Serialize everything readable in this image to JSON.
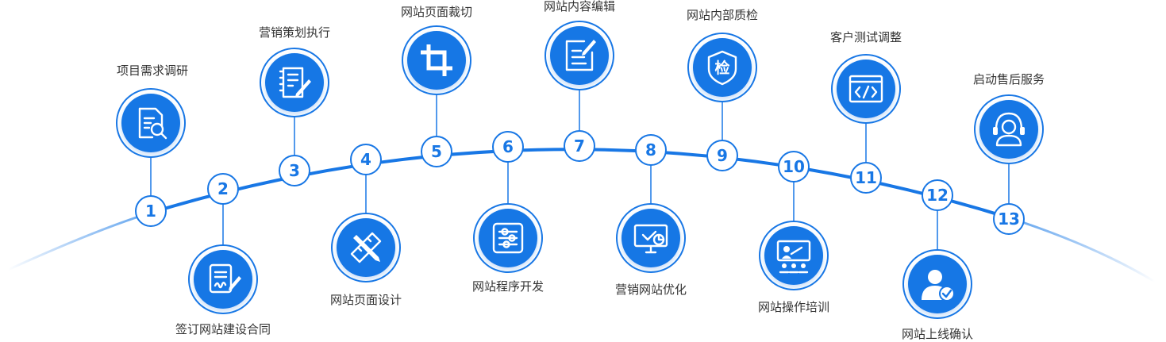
{
  "accent": "#1877e5",
  "accent_light": "#9ec9f7",
  "text_color": "#333333",
  "steps": [
    {
      "number": "1",
      "label": "项目需求调研",
      "icon": "document-search-icon"
    },
    {
      "number": "2",
      "label": "签订网站建设合同",
      "icon": "contract-sign-icon"
    },
    {
      "number": "3",
      "label": "营销策划执行",
      "icon": "notes-pen-icon"
    },
    {
      "number": "4",
      "label": "网站页面设计",
      "icon": "ruler-pencil-icon"
    },
    {
      "number": "5",
      "label": "网站页面裁切",
      "icon": "crop-icon"
    },
    {
      "number": "6",
      "label": "网站程序开发",
      "icon": "sliders-icon"
    },
    {
      "number": "7",
      "label": "网站内容编辑",
      "icon": "edit-note-icon"
    },
    {
      "number": "8",
      "label": "营销网站优化",
      "icon": "monitor-chart-icon"
    },
    {
      "number": "9",
      "label": "网站内部质检",
      "icon": "shield-check-icon"
    },
    {
      "number": "10",
      "label": "网站操作培训",
      "icon": "training-board-icon"
    },
    {
      "number": "11",
      "label": "客户测试调整",
      "icon": "code-window-icon"
    },
    {
      "number": "12",
      "label": "网站上线确认",
      "icon": "user-check-icon"
    },
    {
      "number": "13",
      "label": "启动售后服务",
      "icon": "headset-service-icon"
    }
  ],
  "shield_char": "检"
}
